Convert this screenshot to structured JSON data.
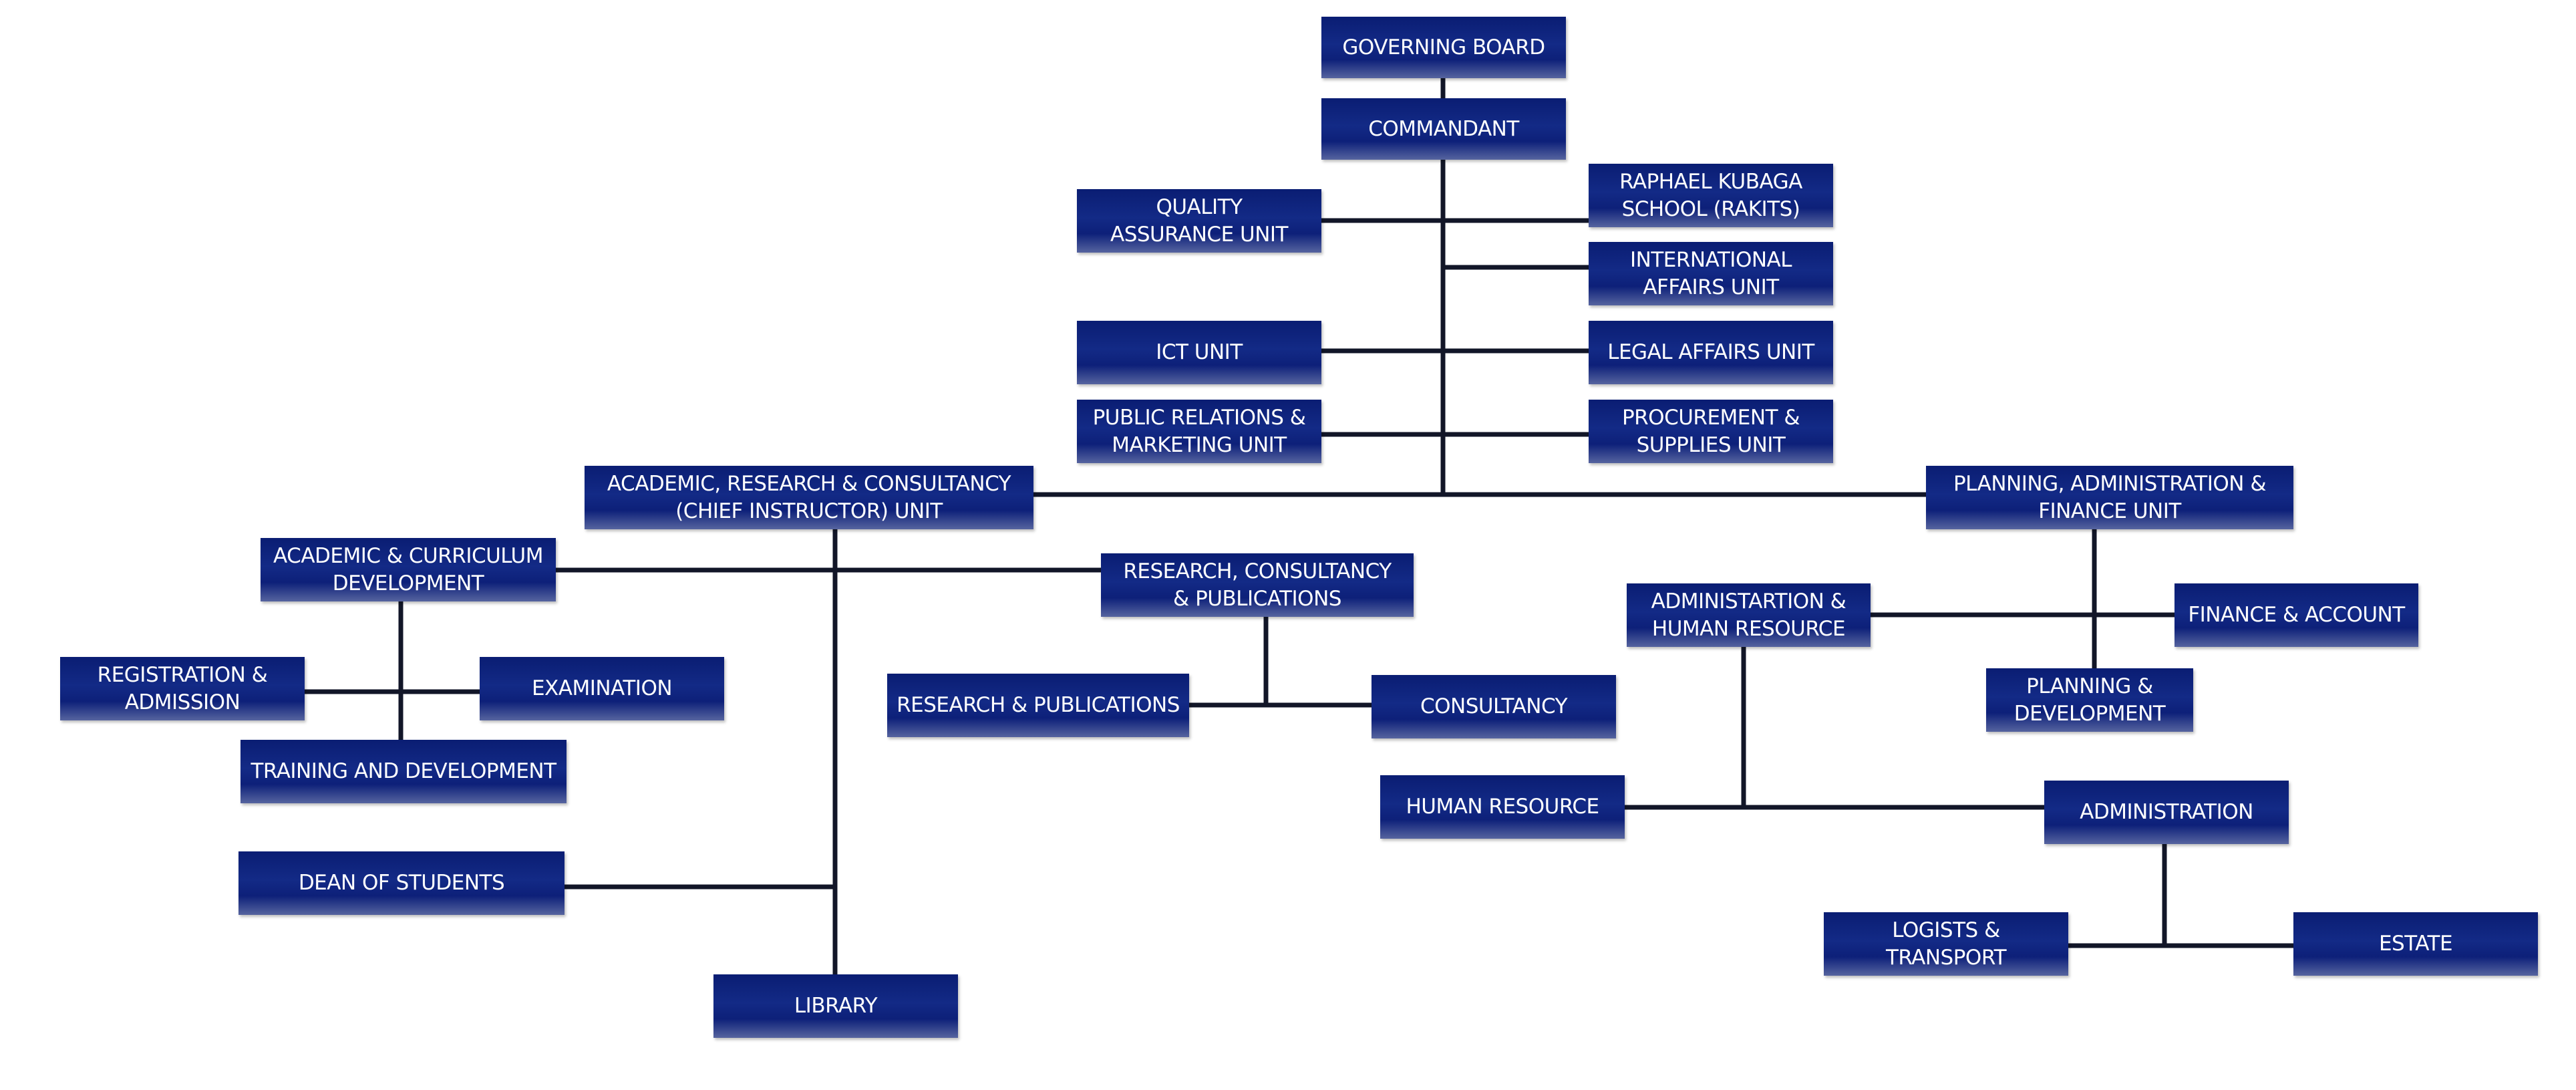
{
  "colors": {
    "box": "#0d2079",
    "connector": "#121628",
    "text": "#ffffff"
  },
  "nodes": {
    "governing_board": "GOVERNING BOARD",
    "commandant": "COMMANDANT",
    "quality_assurance": "QUALITY\nASSURANCE UNIT",
    "rakits": "RAPHAEL KUBAGA\nSCHOOL (RAKITS)",
    "international_affairs": "INTERNATIONAL\nAFFAIRS UNIT",
    "ict": "ICT UNIT",
    "legal_affairs": "LEGAL AFFAIRS UNIT",
    "public_relations": "PUBLIC RELATIONS &\nMARKETING UNIT",
    "procurement": "PROCUREMENT &\nSUPPLIES UNIT",
    "academic_research": "ACADEMIC, RESEARCH & CONSULTANCY\n(CHIEF INSTRUCTOR) UNIT",
    "planning_admin_finance": "PLANNING, ADMINISTRATION &\nFINANCE UNIT",
    "academic_curriculum": "ACADEMIC & CURRICULUM\nDEVELOPMENT",
    "research_consultancy_pub": "RESEARCH, CONSULTANCY\n& PUBLICATIONS",
    "registration_admission": "REGISTRATION &\nADMISSION",
    "examination": "EXAMINATION",
    "training_development": "TRAINING AND DEVELOPMENT",
    "research_publications": "RESEARCH & PUBLICATIONS",
    "consultancy": "CONSULTANCY",
    "dean_of_students": "DEAN OF STUDENTS",
    "library": "LIBRARY",
    "admin_human_resource": "ADMINISTARTION &\nHUMAN RESOURCE",
    "finance_account": "FINANCE & ACCOUNT",
    "planning_development": "PLANNING &\nDEVELOPMENT",
    "human_resource": "HUMAN RESOURCE",
    "administration": "ADMINISTRATION",
    "logists_transport": "LOGISTS &\nTRANSPORT",
    "estate": "ESTATE"
  }
}
